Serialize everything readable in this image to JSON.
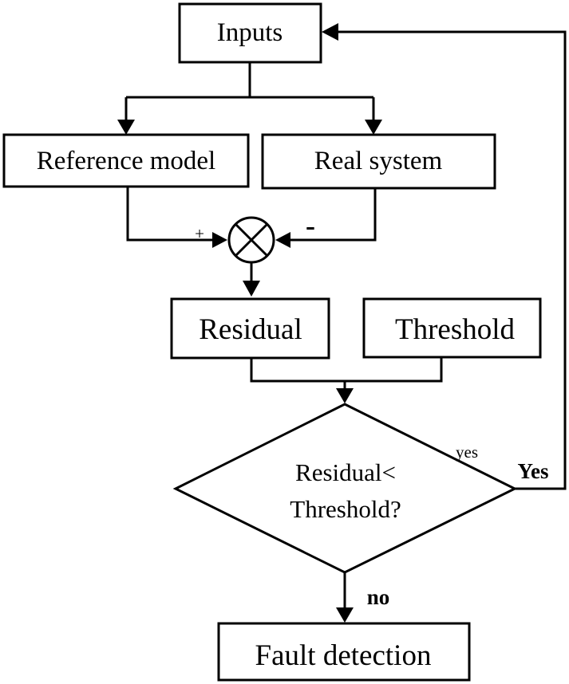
{
  "nodes": {
    "inputs": "Inputs",
    "reference_model": "Reference model",
    "real_system": "Real system",
    "residual": "Residual",
    "threshold": "Threshold",
    "decision_line1": "Residual<",
    "decision_line2": "Threshold?",
    "fault_detection": "Fault detection"
  },
  "labels": {
    "plus": "+",
    "minus": "-",
    "yes_small": "yes",
    "yes_bold": "Yes",
    "no": "no"
  },
  "colors": {
    "stroke": "#000000",
    "background": "#ffffff"
  },
  "icons": {
    "summing_junction": "circle-with-x-icon"
  }
}
